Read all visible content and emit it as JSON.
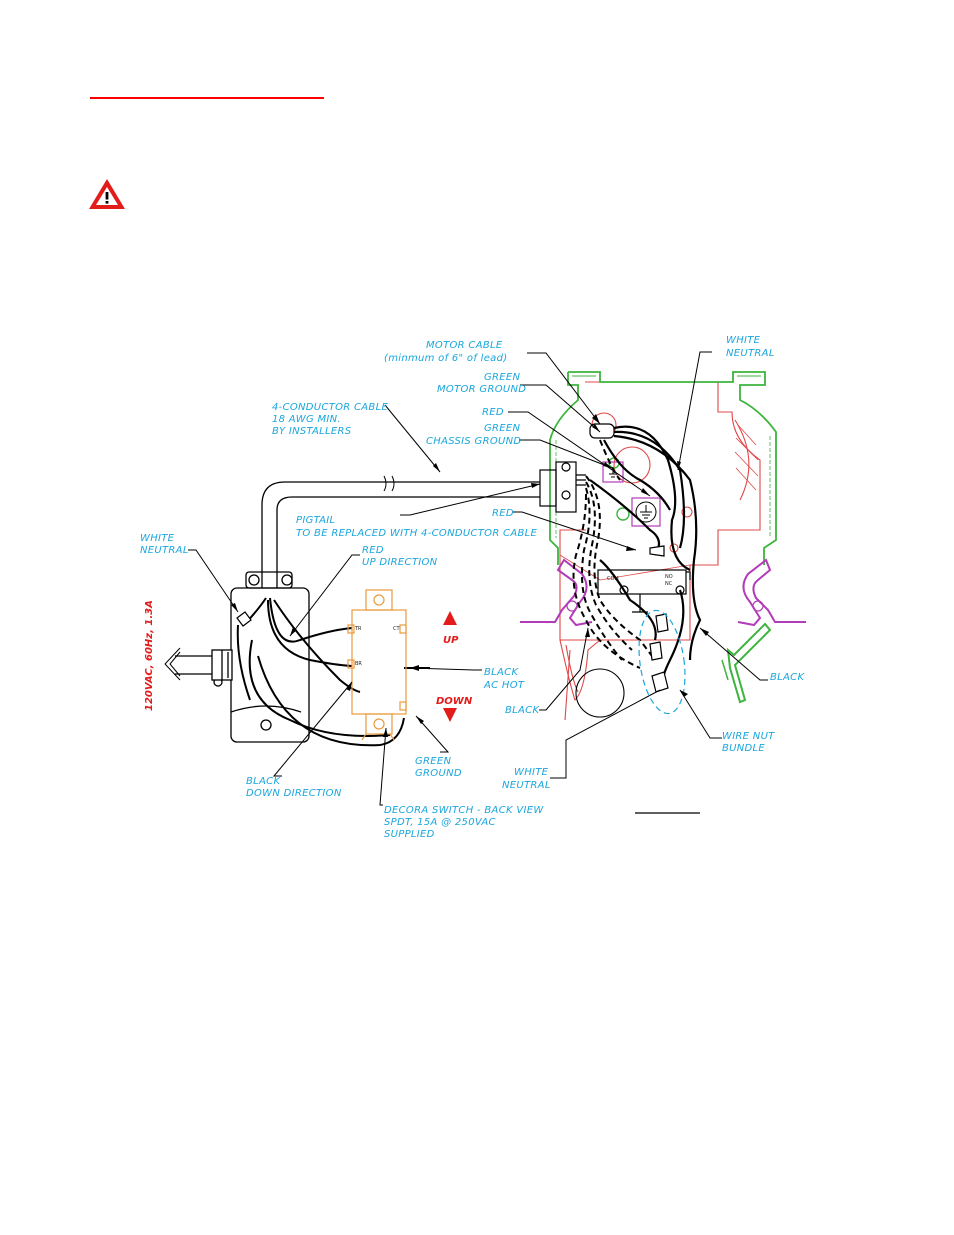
{
  "colors": {
    "label": "#1aa6dd",
    "heading_rule": "#ff0000",
    "warning": "#e21b1b",
    "housing_green": "#3cb53c",
    "housing_red": "#e04848",
    "bracket_purple": "#b23bb8",
    "switch_orange": "#e89a3c",
    "wire": "#000000"
  },
  "icons": [
    "warning-triangle-icon",
    "up-arrow-icon",
    "down-arrow-icon",
    "ground-symbol-icon"
  ],
  "labels": {
    "motor_cable": [
      "MOTOR CABLE",
      "(minmum of 6\" of lead)"
    ],
    "green_motor_ground": [
      "GREEN",
      "MOTOR GROUND"
    ],
    "red_top": "RED",
    "green_chassis_ground": [
      "GREEN",
      "CHASSIS GROUND"
    ],
    "white_neutral_top": [
      "WHITE",
      "NEUTRAL"
    ],
    "four_conductor": [
      "4-CONDUCTOR CABLE",
      "18 AWG MIN.",
      "BY INSTALLERS"
    ],
    "red_mid": "RED",
    "pigtail": [
      "PIGTAIL",
      "TO BE REPLACED WITH 4-CONDUCTOR CABLE"
    ],
    "white_neutral_left": [
      "WHITE",
      "NEUTRAL"
    ],
    "red_up": [
      "RED",
      "UP DIRECTION"
    ],
    "supply": "120VAC, 60Hz, 1.3A",
    "up": "UP",
    "down": "DOWN",
    "black_ac_hot": [
      "BLACK",
      "AC HOT"
    ],
    "black_left": "BLACK",
    "black_right": "BLACK",
    "wire_nut": [
      "WIRE NUT",
      "BUNDLE"
    ],
    "white_neutral_bottom": [
      "WHITE",
      "NEUTRAL"
    ],
    "green_ground": [
      "GREEN",
      "GROUND"
    ],
    "black_down": [
      "BLACK",
      "DOWN DIRECTION"
    ],
    "decora": [
      "DECORA SWITCH - BACK VIEW",
      "SPDT, 15A @ 250VAC",
      "SUPPLIED"
    ],
    "com": "COM",
    "no": "NO",
    "nc": "NC"
  }
}
